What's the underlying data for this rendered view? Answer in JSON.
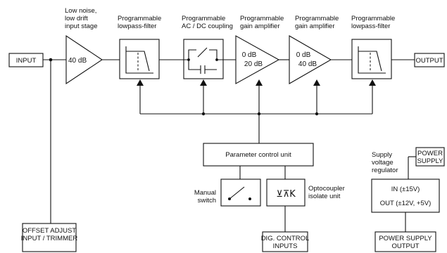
{
  "stages": {
    "input_stage": {
      "caption": [
        "Low noise,",
        "low drift",
        "input stage"
      ],
      "gain": "40 dB"
    },
    "lowpass_1": {
      "caption": [
        "Programmable",
        "lowpass-filter"
      ]
    },
    "coupling": {
      "caption": [
        "Programmable",
        "AC / DC coupling"
      ]
    },
    "pga_1": {
      "caption": [
        "Programmable",
        "gain amplifier"
      ],
      "gain_lines": [
        "0 dB",
        "20 dB"
      ]
    },
    "pga_2": {
      "caption": [
        "Programmable",
        "gain amplifier"
      ],
      "gain_lines": [
        "0 dB",
        "40 dB"
      ]
    },
    "lowpass_2": {
      "caption": [
        "Programmable",
        "lowpass-filter"
      ]
    }
  },
  "io": {
    "input": "INPUT",
    "output": "OUTPUT",
    "offset": [
      "OFFSET ADJUST",
      "INPUT / TRIMMER"
    ],
    "dig_control": [
      "DIG. CONTROL",
      "INPUTS"
    ],
    "psu_output": [
      "POWER SUPPLY",
      "OUTPUT"
    ],
    "power_supply": [
      "POWER",
      "SUPPLY"
    ]
  },
  "control": {
    "parameter_unit": "Parameter control unit",
    "manual_switch": [
      "Manual",
      "switch"
    ],
    "optocoupler": [
      "Optocoupler",
      "isolate unit"
    ],
    "optocoupler_glyph": "⊻⊼K"
  },
  "regulator": {
    "caption": [
      "Supply",
      "voltage",
      "regulator"
    ],
    "in_label": "IN (±15V)",
    "out_label": "OUT (±12V, +5V)"
  }
}
